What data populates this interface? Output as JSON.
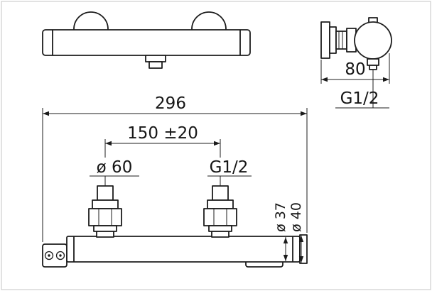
{
  "style": {
    "line_color": "#1c1c1c",
    "background": "#ffffff",
    "frame_color": "#c4c4c4"
  },
  "front_view": {
    "overall_width": "296",
    "inlet_spacing": "150 ±20",
    "rosette_diameter": "ø 60",
    "inlet_thread": "G1/2",
    "body_diameter": "ø 37",
    "endcap_diameter": "ø 40"
  },
  "side_view": {
    "depth": "80",
    "outlet_thread": "G1/2"
  }
}
